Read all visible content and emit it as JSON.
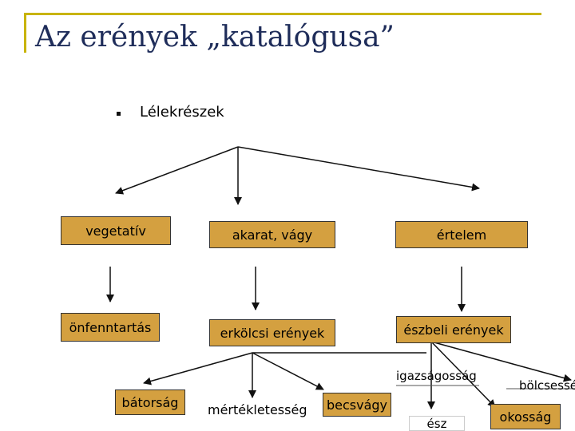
{
  "title": "Az erények „katalógusa”",
  "bullet": "Lélekrészek",
  "boxes": {
    "vegetativ": "vegetatív",
    "akarat": "akarat, vágy",
    "ertelem": "értelem",
    "onfenntartas": "önfenntartás",
    "erkolcsi": "erkölcsi erények",
    "eszbeli": "észbeli erények",
    "batorsag": "bátorság",
    "becsvagy": "becsvágy",
    "okossag": "okosság"
  },
  "labels": {
    "mertekletesseg": "mértékletesség",
    "igazsagossag": "igazságosság",
    "bolcsesseg": "bölcsesség",
    "esz": "ész"
  },
  "colors": {
    "box_fill": "#d4a040",
    "title": "#1f2d5a",
    "frame": "#c8b400"
  }
}
